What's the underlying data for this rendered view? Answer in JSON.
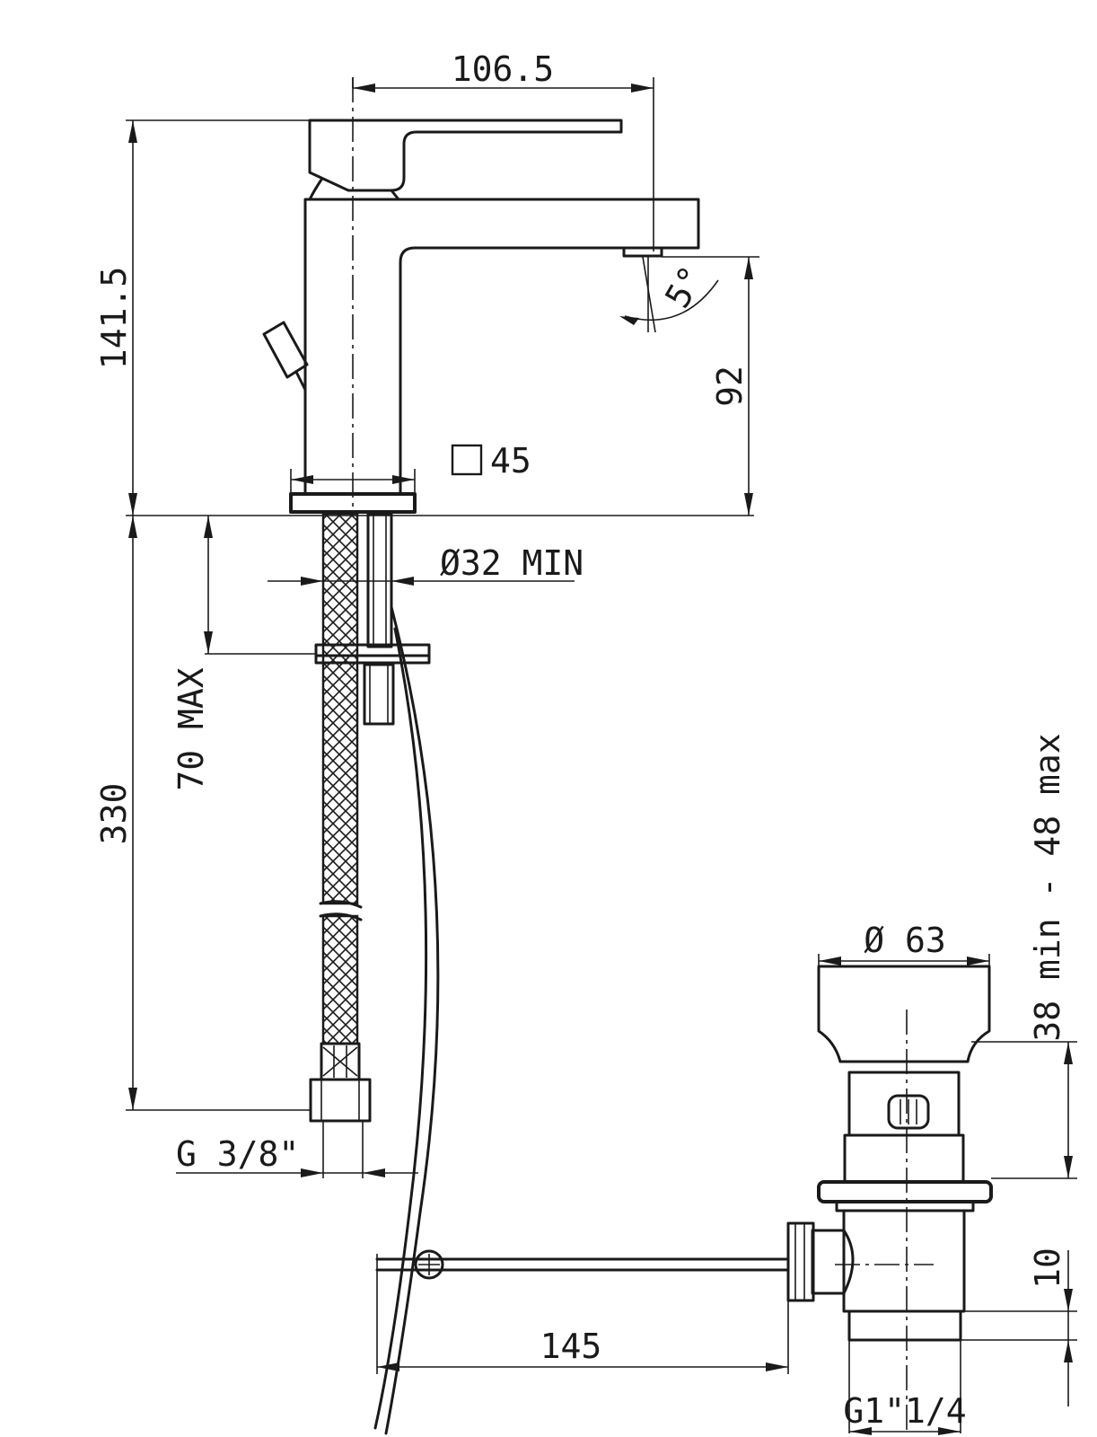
{
  "dimensions": {
    "spout_reach": "106.5",
    "overall_height": "141.5",
    "spout_height": "92",
    "spout_angle": "5°",
    "base_square": "45",
    "hole_diameter": "Ø32 MIN",
    "deck_thickness": "70 MAX",
    "hose_length": "330",
    "hose_connection": "G 3/8\"",
    "waste_diameter": "Ø 63",
    "basin_thickness": "38 min - 48 max",
    "rod_length": "145",
    "waste_offset": "10",
    "waste_thread": "G1\"1/4"
  }
}
